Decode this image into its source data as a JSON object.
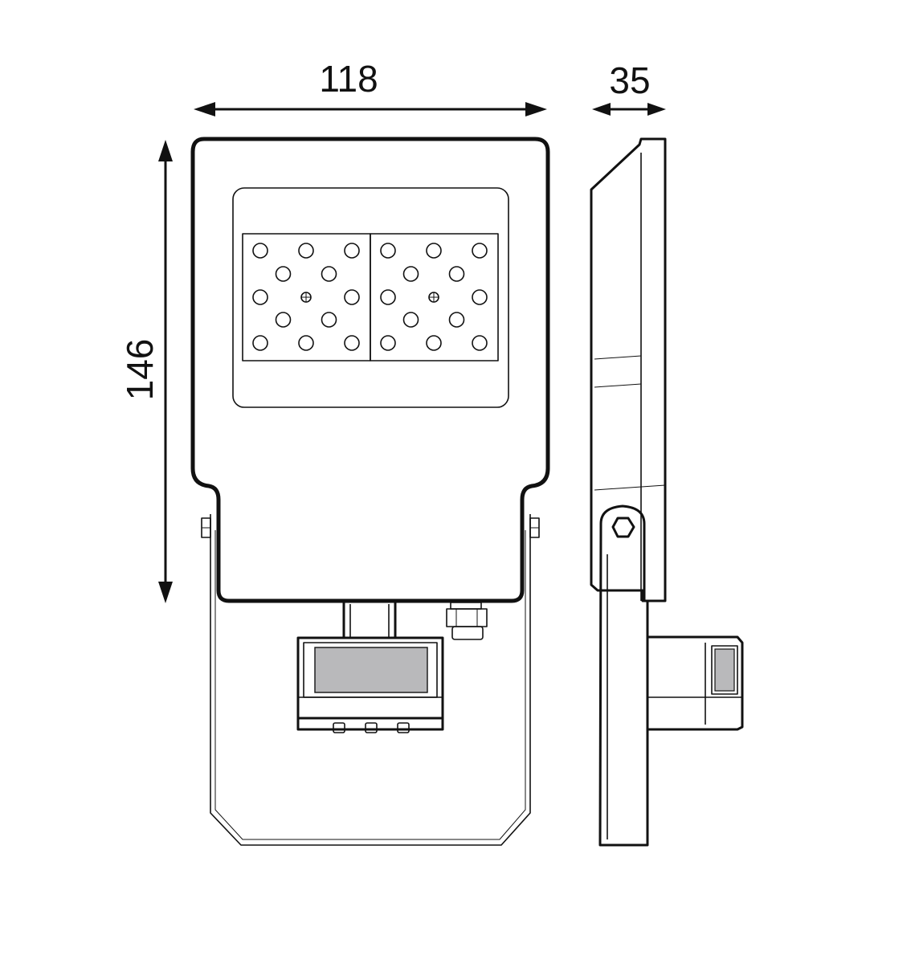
{
  "dimensions": {
    "width": "118",
    "depth": "35",
    "height": "146"
  },
  "colors": {
    "line": "#111111",
    "sensor_window": "#b9b9bb",
    "background": "#ffffff"
  }
}
